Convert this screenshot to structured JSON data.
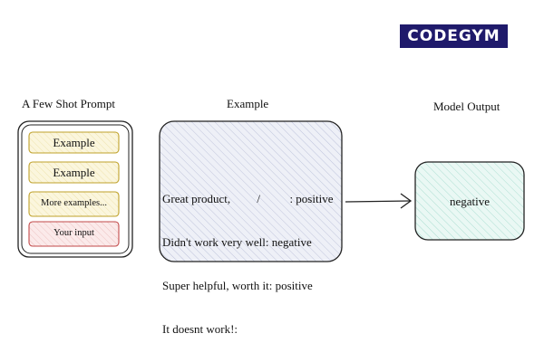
{
  "brand": {
    "logo_text": "CODEGYM"
  },
  "few_shot": {
    "title": "A Few Shot Prompt",
    "cards": [
      "Example",
      "Example",
      "More examples...",
      "Your input"
    ]
  },
  "example": {
    "title": "Example",
    "lines": [
      "Great product,         /          : positive",
      "Didn't work very well: negative",
      "Super helpful, worth it: positive",
      "It doesnt work!:"
    ]
  },
  "model_output": {
    "title": "Model Output",
    "value": "negative"
  },
  "colors": {
    "card_fill": "#f7efc4",
    "card_stroke": "#c9a000",
    "input_fill": "#f6dada",
    "input_stroke": "#c24a4a",
    "example_fill": "#dde1ef",
    "output_fill": "#cfeee6",
    "logo_bg": "#1f1a6b"
  }
}
